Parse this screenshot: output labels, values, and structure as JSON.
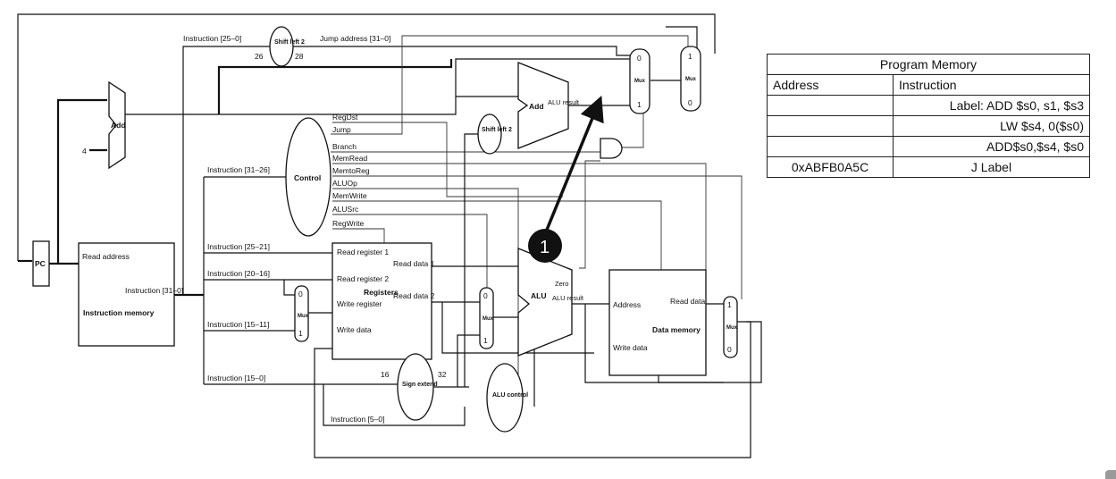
{
  "diagram": {
    "labels": {
      "instr_25_0": "Instruction [25–0]",
      "shift_left_2": "Shift left 2",
      "n26": "26",
      "n28": "28",
      "jump_address": "Jump address [31–0]",
      "add": "Add",
      "four": "4",
      "pc": "PC",
      "read_address": "Read address",
      "instruction_31_0": "Instruction [31–0]",
      "instruction_memory": "Instruction memory",
      "control": "Control",
      "regdst": "RegDst",
      "jump": "Jump",
      "branch": "Branch",
      "memread": "MemRead",
      "memtoreg": "MemtoReg",
      "aluop": "ALUOp",
      "memwrite": "MemWrite",
      "alusrc": "ALUSrc",
      "regwrite": "RegWrite",
      "instr_31_26": "Instruction [31–26]",
      "instr_25_21": "Instruction [25–21]",
      "instr_20_16": "Instruction [20–16]",
      "instr_15_11": "Instruction [15–11]",
      "instr_15_0": "Instruction [15–0]",
      "instr_5_0": "Instruction [5–0]",
      "read_register_1": "Read register 1",
      "read_register_2": "Read register 2",
      "write_register": "Write register",
      "write_data": "Write data",
      "registers": "Registers",
      "read_data_1": "Read data 1",
      "read_data_2": "Read data 2",
      "sign_extend": "Sign extend",
      "n16": "16",
      "n32": "32",
      "alu_control": "ALU control",
      "alu": "ALU",
      "zero": "Zero",
      "alu_result": "ALU result",
      "address": "Address",
      "read_data": "Read data",
      "data_memory": "Data memory",
      "mux": "Mux",
      "m0": "0",
      "m1": "1",
      "callout": "1"
    }
  },
  "program_memory": {
    "title": "Program Memory",
    "col_address": "Address",
    "col_instruction": "Instruction",
    "rows": [
      {
        "address": "",
        "instruction": "Label: ADD $s0, s1, $s3"
      },
      {
        "address": "",
        "instruction": "LW $s4, 0($s0)"
      },
      {
        "address": "",
        "instruction": "ADD$s0,$s4, $s0"
      },
      {
        "address": "0xABFB0A5C",
        "instruction": "J Label"
      }
    ]
  }
}
